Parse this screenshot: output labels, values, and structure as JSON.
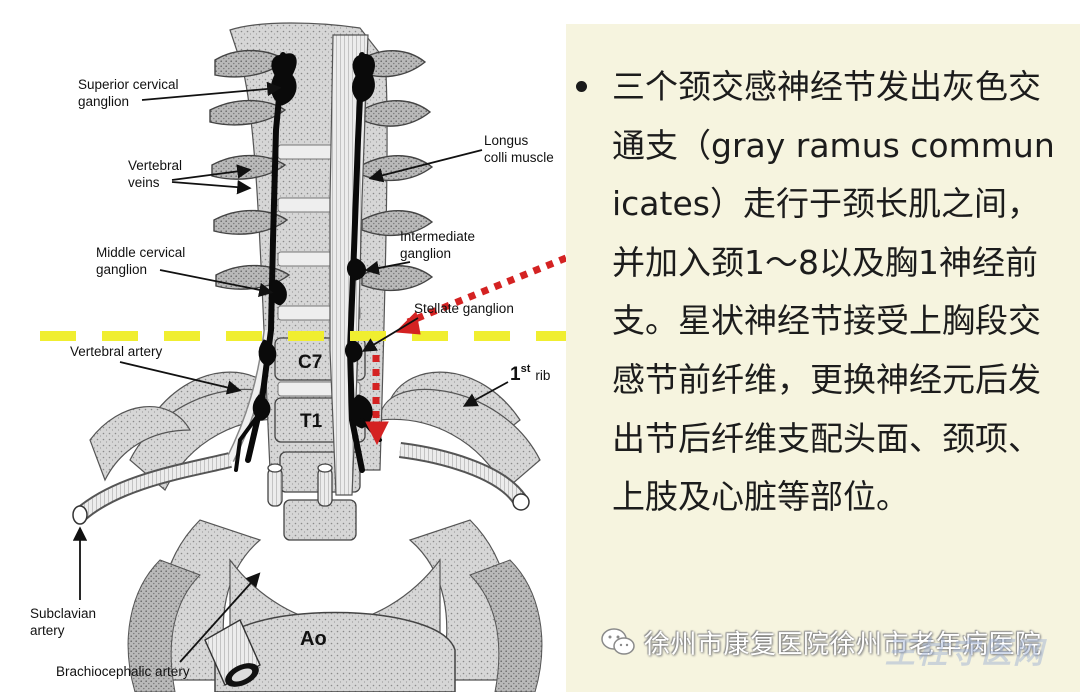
{
  "figure": {
    "labels": {
      "superior_cervical_ganglion": [
        "Superior cervical",
        "ganglion"
      ],
      "vertebral_veins": [
        "Vertebral",
        "veins"
      ],
      "middle_cervical_ganglion": [
        "Middle cervical",
        "ganglion"
      ],
      "vertebral_artery": "Vertebral artery",
      "subclavian_artery": [
        "Subclavian",
        "artery"
      ],
      "brachiocephalic_artery": "Brachiocephalic artery",
      "longus_colli_muscle": [
        "Longus",
        "colli muscle"
      ],
      "intermediate_ganglion": [
        "Intermediate",
        "ganglion"
      ],
      "stellate_ganglion": "Stellate ganglion",
      "first_rib": "1",
      "first_rib_sup": "st",
      "first_rib_suffix": "rib",
      "c7": "C7",
      "t1": "T1",
      "ao": "Ao"
    },
    "colors": {
      "dashed_line": "#f0ee30",
      "dotted_arrow": "#d42222",
      "bone": "#cfcfcf",
      "nerve": "#0a0a0a"
    }
  },
  "text_panel": {
    "bullet": "三个颈交感神经节发出灰色交通支（gray ramus communicates）走行于颈长肌之间，并加入颈1～8以及胸1神经前支。星状神经节接受上胸段交感节前纤维，更换神经元后发出节后纤维支配头面、颈项、上肢及心脏等部位。"
  },
  "watermark": {
    "icon": "wechat-icon",
    "text": "徐州市康复医院徐州市老年病医院",
    "faint_text": "王柱守医网"
  }
}
